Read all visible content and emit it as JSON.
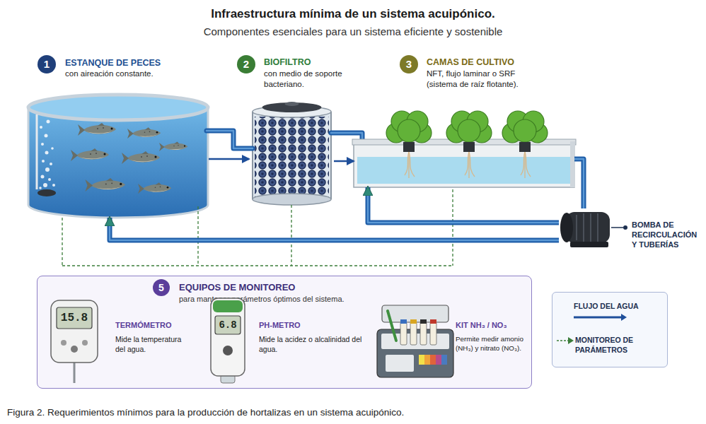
{
  "diagram": {
    "title": "Infraestructura mínima de un sistema acuipónico.",
    "caption": "Figura 2. Requerimientos mínimos para la producción de hortalizas en un sistema acuipónico.",
    "nodes": [
      {
        "text": [
          "ESTANQUE DE PECES",
          "con aireación constante."
        ]
      },
      {
        "text": [
          "BIOFILTRO",
          "con medio de soporte bacteriano."
        ]
      },
      {
        "text": [
          "CAMAS DE CULTIVO",
          "NFT, flujo laminar o SRF (sistema de raíz flotante)."
        ]
      },
      {
        "text": [
          "BOMBA DE RECIRCULACIÓN Y TUBERÍAS"
        ]
      },
      {
        "text": [
          "EQUIPOS DE MONITOREO",
          "para mantener parámetros óptimos del sistema."
        ]
      },
      {
        "text": [
          "TERMÓMETRO",
          "Mide la temperatura del agua."
        ],
        "in": 4
      },
      {
        "text": [
          "PH-METRO",
          "Mide la acidez o alcalinidad del agua."
        ],
        "in": 4
      },
      {
        "text": [
          "KIT NH₃ / NO₃",
          "Permite medir amonio (NH₃) y nitrato (NO₃)."
        ],
        "in": 4
      }
    ],
    "edges": [
      {
        "from": 0,
        "to": 1,
        "arrow": "to"
      },
      {
        "from": 1,
        "to": 2,
        "arrow": "to"
      },
      {
        "from": 2,
        "to": 3,
        "arrow": "none"
      },
      {
        "from": 3,
        "to": 0,
        "arrow": "to"
      },
      {
        "from": 3,
        "to": 2,
        "arrow": "to"
      }
    ],
    "labels": [
      "Componentes esenciales para un sistema eficiente y sostenible",
      "1",
      "2",
      "3",
      "5",
      "15.8",
      "6.8"
    ],
    "legend": [
      {
        "text": "FLUJO DEL AGUA"
      },
      {
        "text": "MONITOREO DE PARÁMETROS"
      }
    ]
  }
}
